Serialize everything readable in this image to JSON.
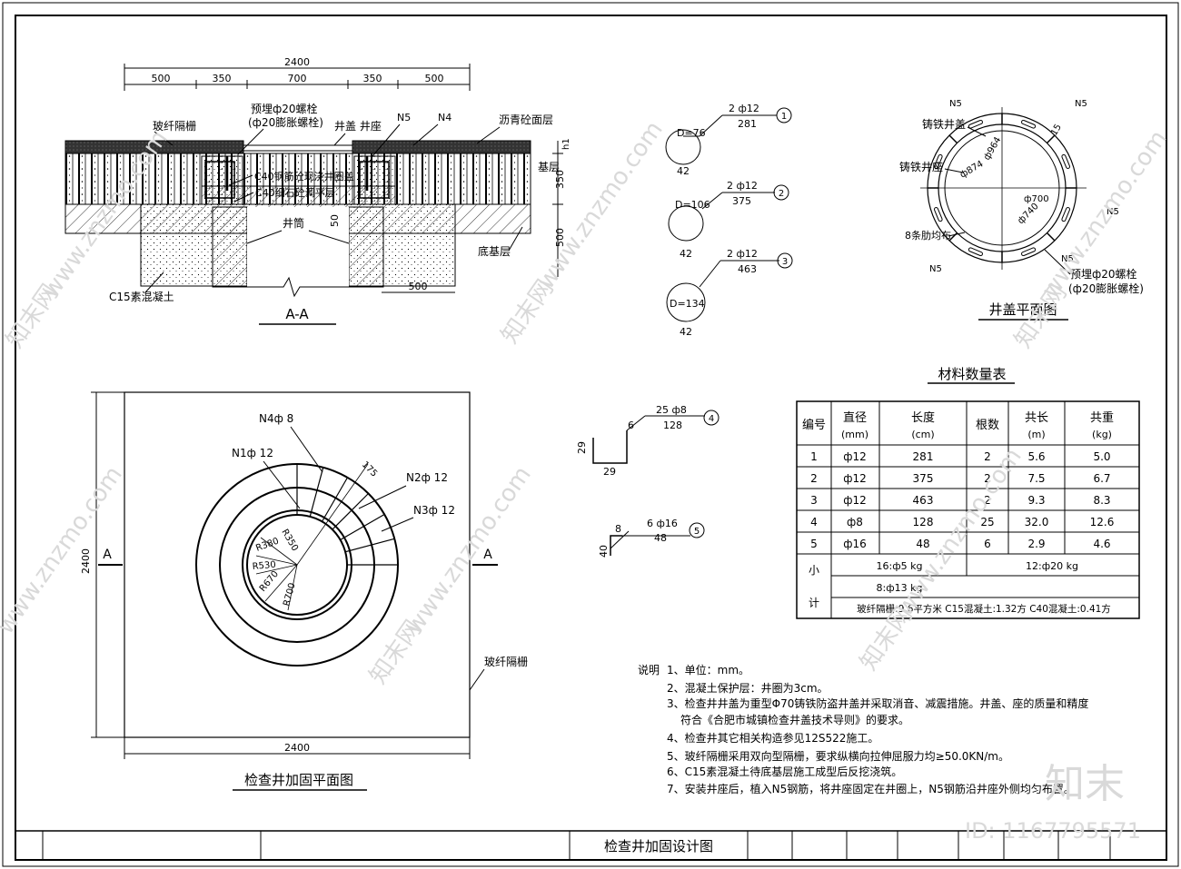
{
  "section": {
    "top_dim_total": "2400",
    "top_dims": [
      "500",
      "350",
      "700",
      "350",
      "500"
    ],
    "label_fiber": "玻纤隔栅",
    "label_anchor": "预埋ф20螺栓",
    "label_anchor_sub": "(ф20膨胀螺栓)",
    "label_cover": "井盖 井座",
    "label_n5": "N5",
    "label_n4": "N4",
    "label_asphalt": "沥青砼面层",
    "label_ring": "C40钢筋砼现浇井圈盖",
    "label_level": "C40细石砼调平层",
    "label_shaft": "井筒",
    "label_base": "基层",
    "label_subbase": "底基层",
    "label_c15": "C15素混凝土",
    "dim_h1": "h1",
    "dim_350": "350",
    "dim_50": "50",
    "dim_500_v": "500",
    "dim_500_h": "500",
    "title": "A-A"
  },
  "bars": [
    {
      "num": "1",
      "spec": "2 ф12",
      "len": "281",
      "d": "D=76",
      "w": "42"
    },
    {
      "num": "2",
      "spec": "2 ф12",
      "len": "375",
      "d": "D=106",
      "w": "42"
    },
    {
      "num": "3",
      "spec": "2 ф12",
      "len": "463",
      "d": "D=134",
      "w": "42"
    }
  ],
  "bar4": {
    "num": "4",
    "spec": "25 ф8",
    "len": "128",
    "a": "6",
    "b": "29",
    "c": "29"
  },
  "bar5": {
    "num": "5",
    "spec": "6 ф16",
    "len": "48",
    "a": "8",
    "b": "40"
  },
  "cover_plan": {
    "title": "井盖平面图",
    "n5": "N5",
    "cast_cover": "铸铁井盖",
    "cast_seat": "铸铁井座",
    "d964": "ф964",
    "d874": "ф874",
    "d700": "ф700",
    "d740": "ф740",
    "d15": "15",
    "ribs": "8条肋均布",
    "anchor": "预埋ф20螺栓",
    "anchor_sub": "(ф20膨胀螺栓)"
  },
  "plan": {
    "title": "检查井加固平面图",
    "dim_w": "2400",
    "dim_h": "2400",
    "a_left": "A",
    "a_right": "A",
    "n4": "N4ф 8",
    "n1": "N1ф 12",
    "n2": "N2ф 12",
    "n3": "N3ф 12",
    "d175": "175",
    "r350": "R350",
    "r380": "R380",
    "r530": "R530",
    "r670": "R670",
    "r700": "R700",
    "fiber": "玻纤隔栅"
  },
  "table": {
    "title": "材料数量表",
    "headers": [
      {
        "l1": "编号",
        "l2": ""
      },
      {
        "l1": "直径",
        "l2": "(mm)"
      },
      {
        "l1": "长度",
        "l2": "(cm)"
      },
      {
        "l1": "根数",
        "l2": ""
      },
      {
        "l1": "共长",
        "l2": "(m)"
      },
      {
        "l1": "共重",
        "l2": "(kg)"
      }
    ],
    "rows": [
      [
        "1",
        "ф12",
        "281",
        "2",
        "5.6",
        "5.0"
      ],
      [
        "2",
        "ф12",
        "375",
        "2",
        "7.5",
        "6.7"
      ],
      [
        "3",
        "ф12",
        "463",
        "2",
        "9.3",
        "8.3"
      ],
      [
        "4",
        "ф8",
        "128",
        "25",
        "32.0",
        "12.6"
      ],
      [
        "5",
        "ф16",
        "48",
        "6",
        "2.9",
        "4.6"
      ]
    ],
    "sub_label_1": "小",
    "sub_label_2": "计",
    "sub_a": "16:ф5 kg",
    "sub_b": "12:ф20 kg",
    "sub_c": "8:ф13 kg",
    "sub_d": "玻纤隔栅:9.6平方米  C15混凝土:1.32方  C40混凝土:0.41方"
  },
  "notes": {
    "heading": "说明",
    "items": [
      "1、单位：mm。",
      "2、混凝土保护层：井圈为3cm。",
      "3、检查井井盖为重型Φ70铸铁防盗井盖并采取消音、减震措施。井盖、座的质量和精度",
      "符合《合肥市城镇检查井盖技术导则》的要求。",
      "4、检查井其它相关构造参见12S522施工。",
      "5、玻纤隔栅采用双向型隔栅，要求纵横向拉伸屈服力均≥50.0KN/m。",
      "6、C15素混凝土待底基层施工成型后反挖浇筑。",
      "7、安装井座后，植入N5钢筋，将井座固定在井圈上，N5钢筋沿井座外侧均匀布置。"
    ]
  },
  "title_block": {
    "name": "检查井加固设计图"
  },
  "watermark": {
    "site": "www.znzmo.com",
    "brand": "知末网",
    "logo": "知末",
    "id": "ID: 1167795571"
  }
}
